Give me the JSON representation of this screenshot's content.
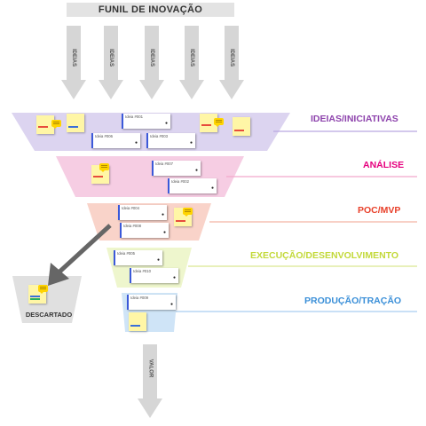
{
  "title": "FUNIL DE INOVAÇÃO",
  "input_arrows": [
    "IDEIAS",
    "IDEIAS",
    "IDEIAS",
    "IDEIAS",
    "IDEIAS"
  ],
  "stages": [
    {
      "name": "IDEIAS/INICIATIVAS",
      "color": "#8e44ad",
      "fill": "#dcd4f0"
    },
    {
      "name": "ANÁLISE",
      "color": "#e6007e",
      "fill": "#f6cde3"
    },
    {
      "name": "POC/MVP",
      "color": "#e8402a",
      "fill": "#f9d3c9"
    },
    {
      "name": "EXECUÇÃO/DESENVOLVIMENTO",
      "color": "#c3d93a",
      "fill": "#eef6cd"
    },
    {
      "name": "PRODUÇÃO/TRAÇÃO",
      "color": "#3a8fd8",
      "fill": "#cfe4f7"
    }
  ],
  "cards": [
    {
      "id": "Ideia #001",
      "stage": "IDEIAS/INICIATIVAS"
    },
    {
      "id": "Ideia #006",
      "stage": "IDEIAS/INICIATIVAS"
    },
    {
      "id": "Ideia #003",
      "stage": "IDEIAS/INICIATIVAS"
    },
    {
      "id": "Ideia #007",
      "stage": "ANÁLISE"
    },
    {
      "id": "Ideia #002",
      "stage": "ANÁLISE"
    },
    {
      "id": "Ideia #004",
      "stage": "POC/MVP"
    },
    {
      "id": "Ideia #008",
      "stage": "POC/MVP"
    },
    {
      "id": "Ideia #005",
      "stage": "EXECUÇÃO/DESENVOLVIMENTO"
    },
    {
      "id": "Ideia #010",
      "stage": "EXECUÇÃO/DESENVOLVIMENTO"
    },
    {
      "id": "Ideia #009",
      "stage": "PRODUÇÃO/TRAÇÃO"
    }
  ],
  "discard_label": "DESCARTADO",
  "output_arrow": "VALOR",
  "colors": {
    "arrow": "#d6d6d6",
    "discard_box": "#e0e0e0",
    "discard_arrow": "#666666",
    "card_accent": "#3b59d9"
  }
}
